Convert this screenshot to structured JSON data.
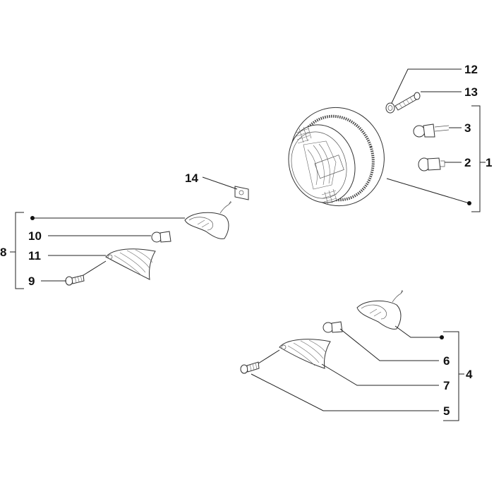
{
  "callouts": {
    "c1": "1",
    "c2": "2",
    "c3": "3",
    "c4": "4",
    "c5": "5",
    "c6": "6",
    "c7": "7",
    "c8": "8",
    "c9": "9",
    "c10": "10",
    "c11": "11",
    "c12": "12",
    "c13": "13",
    "c14": "14"
  },
  "colors": {
    "ink": "#222222",
    "background": "#ffffff"
  }
}
